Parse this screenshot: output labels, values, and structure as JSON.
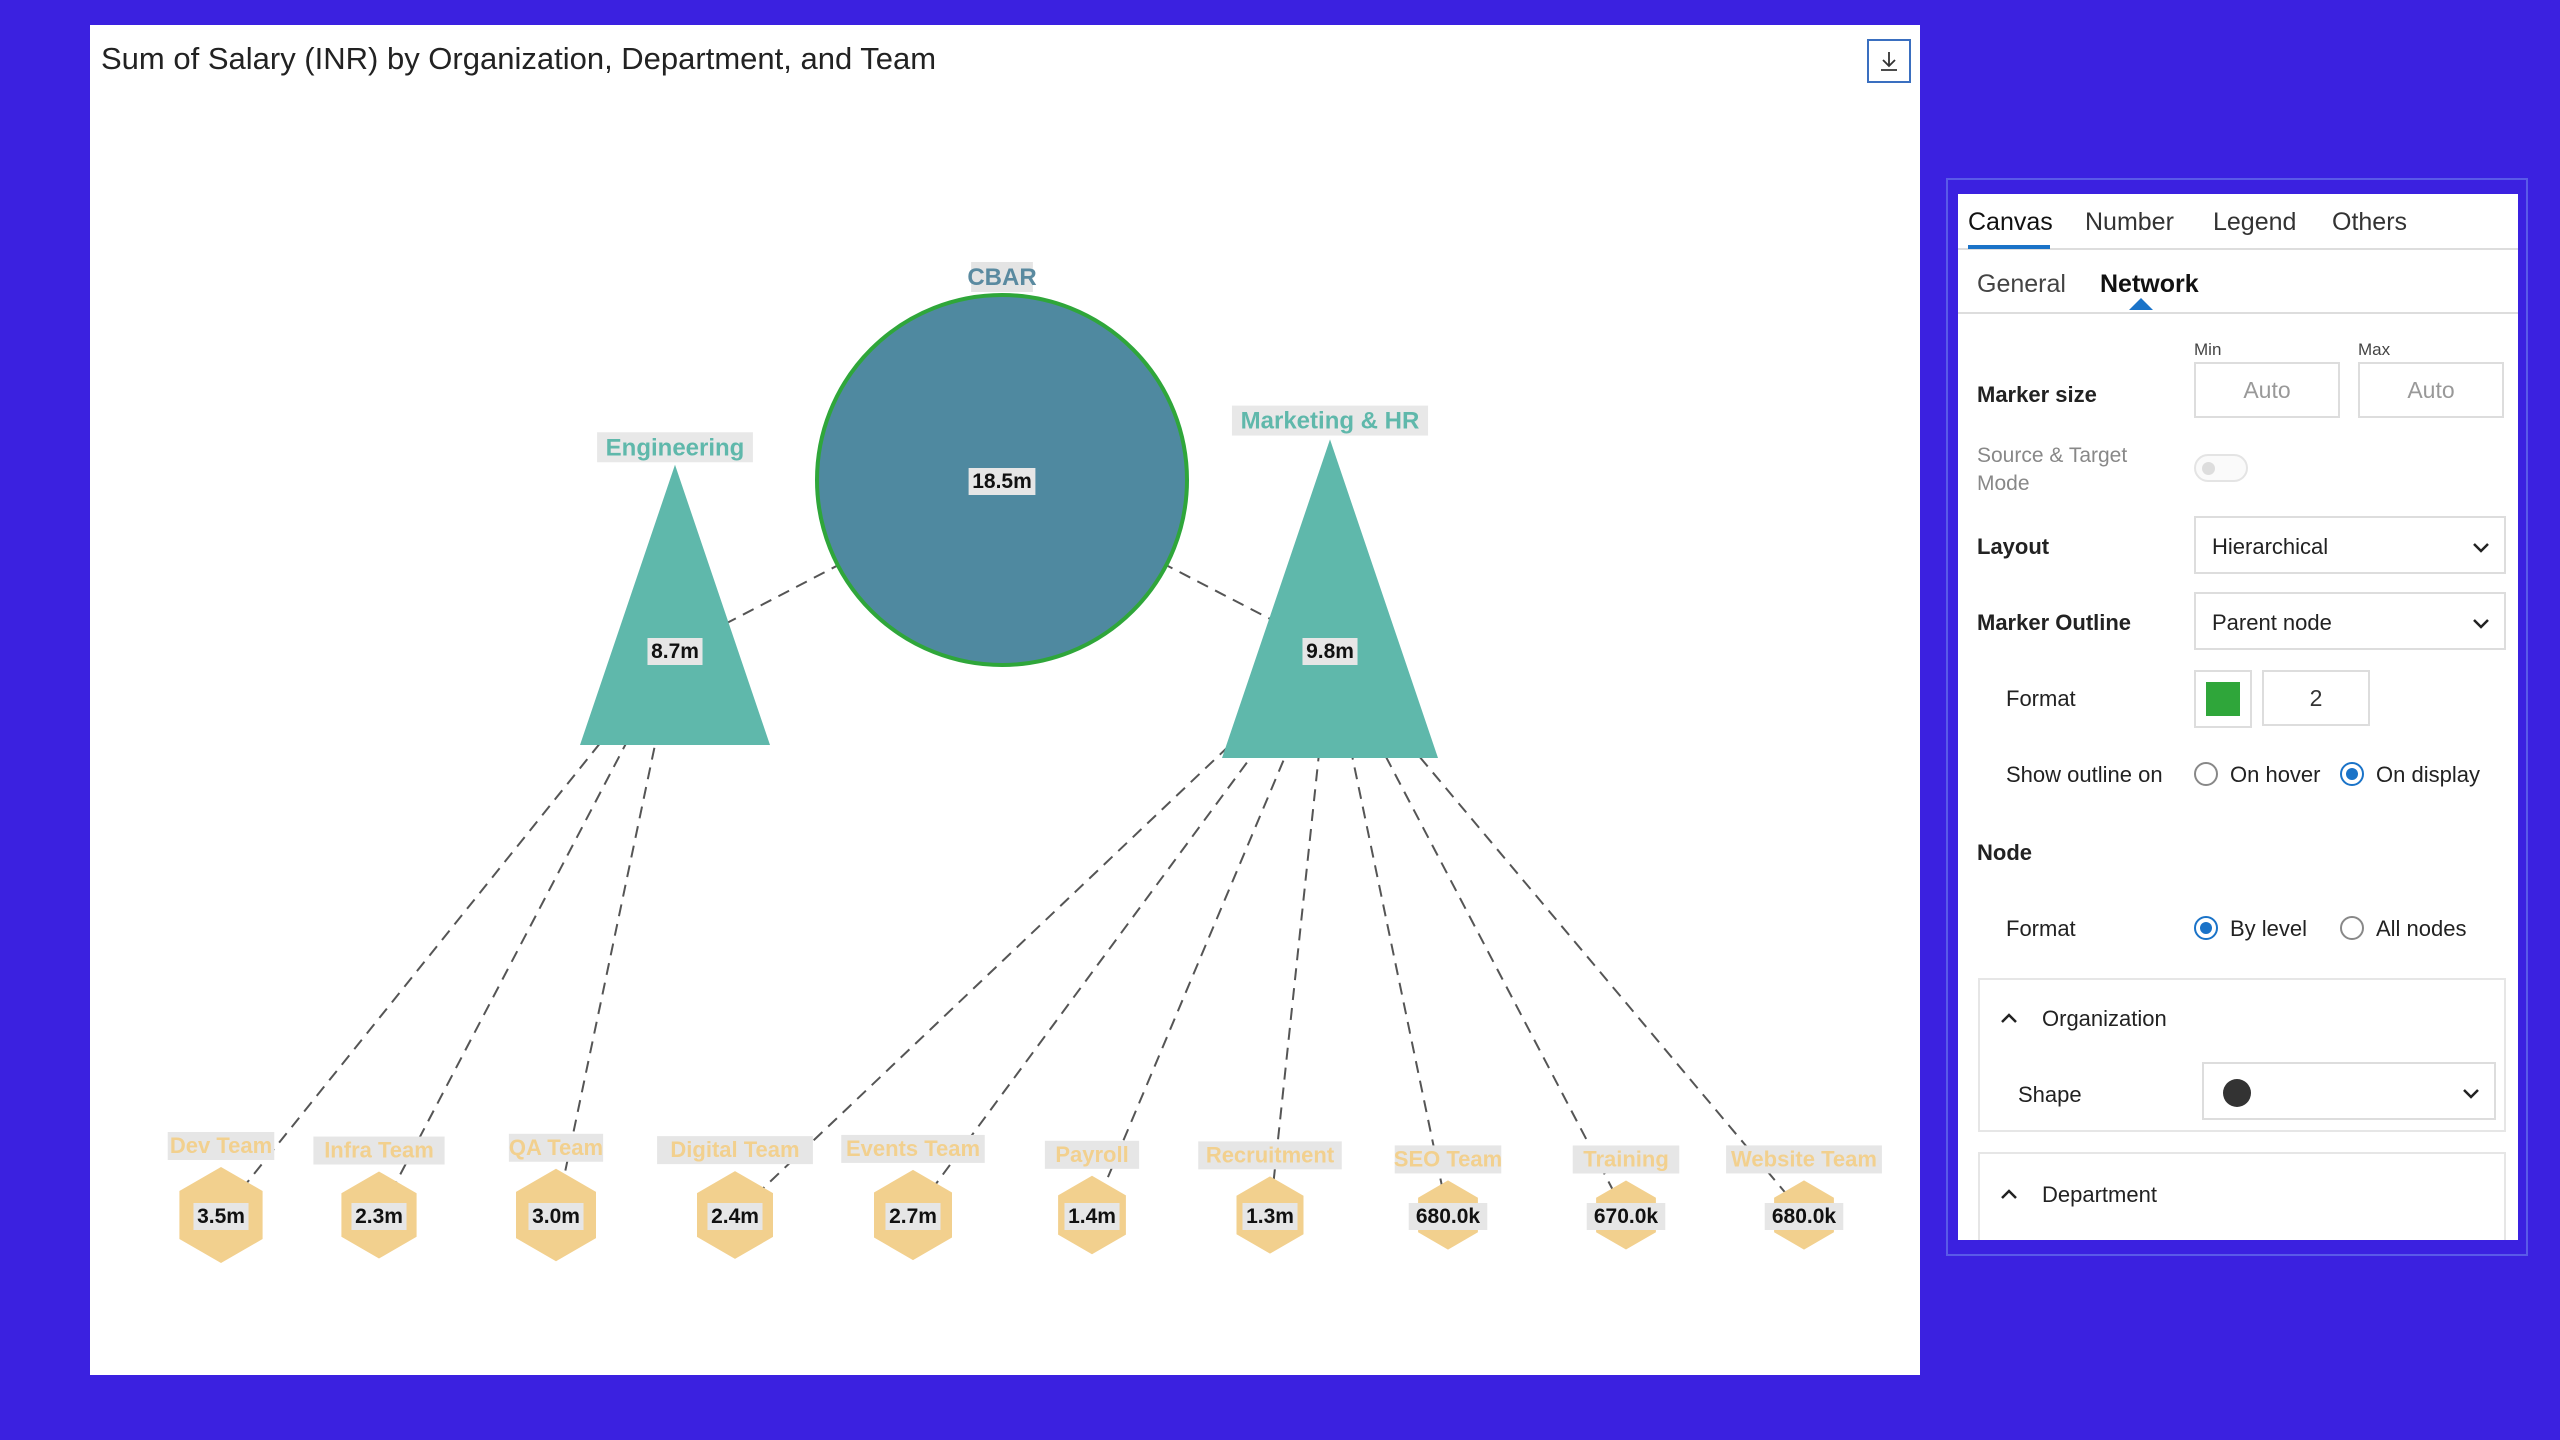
{
  "chart": {
    "title": "Sum of Salary (INR) by Organization, Department, and Team",
    "colors": {
      "root": "#4f89a0",
      "root_outline": "#2fa63a",
      "department": "#5fb8ab",
      "team": "#f2d08e",
      "link": "#555555"
    }
  },
  "chart_data": {
    "type": "network",
    "title": "Sum of Salary (INR) by Organization, Department, and Team",
    "nodes": [
      {
        "id": "CBAR",
        "label": "CBAR",
        "value_label": "18.5m",
        "value": 18500000,
        "level": "Organization",
        "shape": "circle"
      },
      {
        "id": "Engineering",
        "label": "Engineering",
        "value_label": "8.7m",
        "value": 8700000,
        "level": "Department",
        "shape": "triangle",
        "parent": "CBAR"
      },
      {
        "id": "MarketingHR",
        "label": "Marketing & HR",
        "value_label": "9.8m",
        "value": 9800000,
        "level": "Department",
        "shape": "triangle",
        "parent": "CBAR"
      },
      {
        "id": "DevTeam",
        "label": "Dev Team",
        "value_label": "3.5m",
        "value": 3500000,
        "level": "Team",
        "shape": "hexagon",
        "parent": "Engineering"
      },
      {
        "id": "InfraTeam",
        "label": "Infra Team",
        "value_label": "2.3m",
        "value": 2300000,
        "level": "Team",
        "shape": "hexagon",
        "parent": "Engineering"
      },
      {
        "id": "QATeam",
        "label": "QA Team",
        "value_label": "3.0m",
        "value": 3000000,
        "level": "Team",
        "shape": "hexagon",
        "parent": "Engineering"
      },
      {
        "id": "DigitalTeam",
        "label": "Digital Team",
        "value_label": "2.4m",
        "value": 2400000,
        "level": "Team",
        "shape": "hexagon",
        "parent": "MarketingHR"
      },
      {
        "id": "EventsTeam",
        "label": "Events Team",
        "value_label": "2.7m",
        "value": 2700000,
        "level": "Team",
        "shape": "hexagon",
        "parent": "MarketingHR"
      },
      {
        "id": "Payroll",
        "label": "Payroll",
        "value_label": "1.4m",
        "value": 1400000,
        "level": "Team",
        "shape": "hexagon",
        "parent": "MarketingHR"
      },
      {
        "id": "Recruitment",
        "label": "Recruitment",
        "value_label": "1.3m",
        "value": 1300000,
        "level": "Team",
        "shape": "hexagon",
        "parent": "MarketingHR"
      },
      {
        "id": "SEOTeam",
        "label": "SEO Team",
        "value_label": "680.0k",
        "value": 680000,
        "level": "Team",
        "shape": "hexagon",
        "parent": "MarketingHR"
      },
      {
        "id": "Training",
        "label": "Training",
        "value_label": "670.0k",
        "value": 670000,
        "level": "Team",
        "shape": "hexagon",
        "parent": "MarketingHR"
      },
      {
        "id": "WebsiteTeam",
        "label": "Website Team",
        "value_label": "680.0k",
        "value": 680000,
        "level": "Team",
        "shape": "hexagon",
        "parent": "MarketingHR"
      }
    ]
  },
  "settings": {
    "tabs": [
      "Canvas",
      "Number",
      "Legend",
      "Others"
    ],
    "active_tab": "Canvas",
    "subtabs": [
      "General",
      "Network"
    ],
    "active_subtab": "Network",
    "marker_size": {
      "label": "Marker size",
      "min_label": "Min",
      "max_label": "Max",
      "min_placeholder": "Auto",
      "max_placeholder": "Auto"
    },
    "source_target": {
      "label_line1": "Source & Target",
      "label_line2": "Mode",
      "enabled": false
    },
    "layout": {
      "label": "Layout",
      "value": "Hierarchical"
    },
    "marker_outline": {
      "label": "Marker Outline",
      "value": "Parent node"
    },
    "outline_format": {
      "label": "Format",
      "color": "#2fa63a",
      "width": "2"
    },
    "show_outline_on": {
      "label": "Show outline on",
      "options": [
        "On hover",
        "On display"
      ],
      "selected": "On display"
    },
    "node": {
      "label": "Node"
    },
    "node_format": {
      "label": "Format",
      "options": [
        "By level",
        "All nodes"
      ],
      "selected": "By level"
    },
    "organization_section": {
      "title": "Organization",
      "shape_label": "Shape",
      "shape_icon": "filled-circle-icon"
    },
    "department_section": {
      "title": "Department"
    }
  }
}
